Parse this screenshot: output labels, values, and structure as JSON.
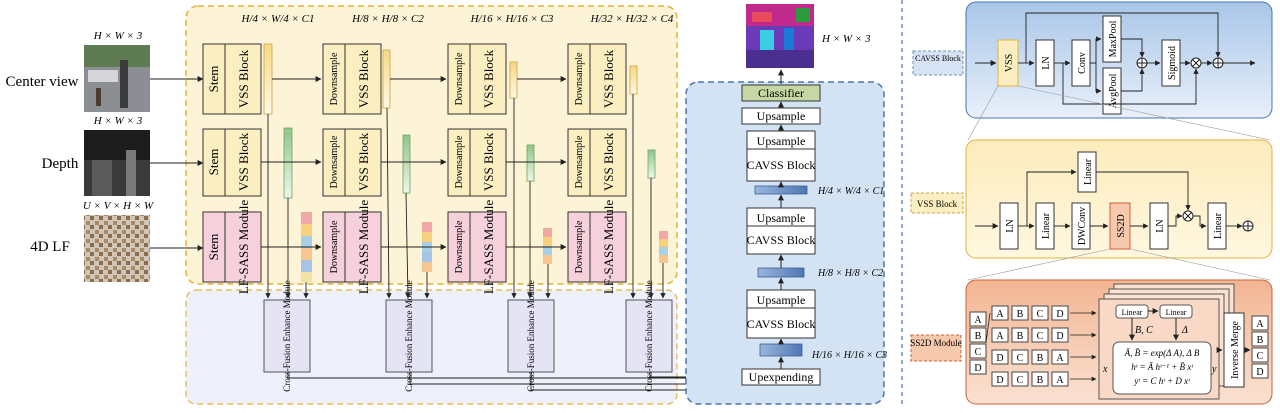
{
  "inputs": {
    "center": {
      "dims": "H × W × 3",
      "label": "Center view"
    },
    "depth": {
      "dims": "H × W × 3",
      "label": "Depth"
    },
    "lf": {
      "dims": "U × V × H × W",
      "label": "4D LF"
    }
  },
  "encoder": {
    "stage_dims": [
      "H/4 × W/4 × C1",
      "H/8 × H/8 × C2",
      "H/16 × H/16 × C3",
      "H/32 × H/32 × C4"
    ],
    "stem_label": "Stem",
    "downsample_label": "Downsample",
    "vss_label": "VSS Block",
    "lfsass_label": "LF-SASS Module"
  },
  "fusion": {
    "label": "Cross-Fusion Enhance Module"
  },
  "decoder": {
    "output_dims": "H × W × 3",
    "classifier": "Classifier",
    "upsample": "Upsample",
    "cavss_block": "CAVSS Block",
    "upexpending": "Upexpending",
    "feature_dims": [
      "H/4 × W/4 × C1",
      "H/8 × H/8 × C2",
      "H/16 × H/16 × C3"
    ]
  },
  "cavss_panel": {
    "title": "CAVSS Block",
    "nodes": [
      "VSS",
      "LN",
      "Conv",
      "MaxPool",
      "AvgPool",
      "Sigmoid"
    ]
  },
  "vss_panel": {
    "title": "VSS Block",
    "nodes": [
      "LN",
      "Linear",
      "DWConv",
      "SS2D",
      "LN",
      "Linear",
      "Linear"
    ]
  },
  "ss2d_panel": {
    "title": "SS2D Module",
    "input_col": [
      "A",
      "B",
      "C",
      "D"
    ],
    "scan_rows": [
      [
        "A",
        "B",
        "C",
        "D"
      ],
      [
        "A",
        "B",
        "C",
        "D"
      ],
      [
        "D",
        "C",
        "B",
        "A"
      ],
      [
        "D",
        "C",
        "B",
        "A"
      ]
    ],
    "linear": "Linear",
    "bc": "B, C",
    "delta": "Δ",
    "equations": [
      "Ā, B̄ = exp(Δ A), Δ B",
      "hᵗ = Ā hᵗ⁻¹ + B̄ xᵗ",
      "yᵗ = C hᵗ + D xᵗ"
    ],
    "x_label": "x",
    "y_label": "y",
    "merge": "Inverse Merge",
    "output_col": [
      "A",
      "B",
      "C",
      "D"
    ]
  },
  "colors": {
    "encoder_bg": "#fdf3d6",
    "encoder_border": "#e5b23a",
    "fusion_bg": "#eef0fb",
    "decoder_bg": "#d4e3f3",
    "decoder_border": "#4a76b0",
    "vss_fill": "#fbeec0",
    "lfsass_fill": "#f6d0da",
    "classifier_fill": "#c5d8a4",
    "ss2d_bg": "#f6c9ad"
  }
}
